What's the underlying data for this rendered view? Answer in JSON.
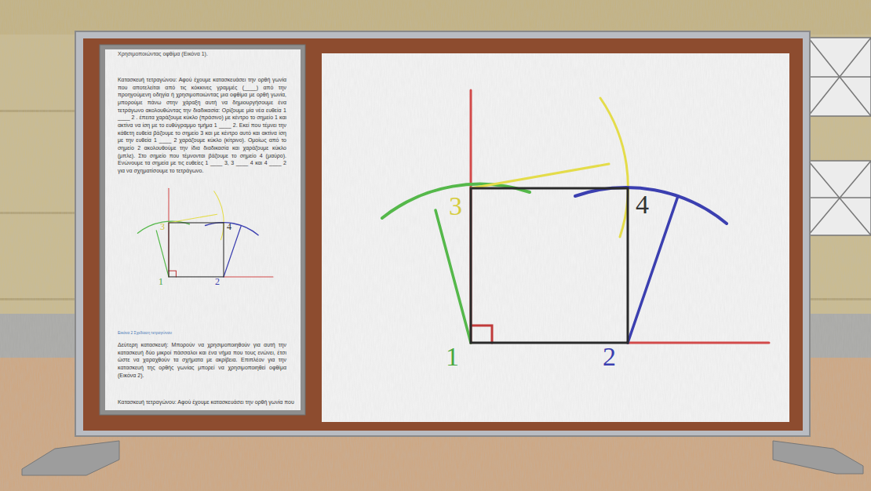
{
  "diagram": {
    "labels": [
      "Χρησιμοποιώντας οφθίμα (Εικόνα 1).",
      "Κατασκευή τετραγώνου: Αφού έχουμε κατασκευάσει την ορθή γωνία που αποτελείται από τις κόκκινες γραμμές (____) από την προηγούμενη οδηγία ή χρησιμοποιώντας μια οφθίμα με ορθή γωνία, μπορούμε πάνω στην χάραξη αυτή να δημιουργήσουμε ένα τετράγωνο ακολουθώντας την διαδικασία: Ορίζουμε μία νέα ευθεία 1 ____ 2 . έπειτα χαράζουμε κύκλο (πράσινο) με κέντρο το σημείο 1 και ακτίνα να ίση με το ευθύγραμμο τμήμα 1 ____ 2. Εκεί που τέμνει την κάθετη ευθεία βάζουμε το σημείο 3 και με κέντρο αυτό και ακτίνα ίση με την ευθεία 1 ____ 2 χαράζουμε κύκλο (κίτρινο). Ομοίως από το σημείο 2 ακολουθούμε την ίδια διαδικασία και χαράζουμε κύκλο (μπλε). Στο σημείο που τέμνονται βάζουμε το σημείο 4 (μαύρο). Ενώνουμε τα σημεία με τις ευθείες 1 ____ 3, 3 ____ 4 και 4 ____ 2 για να σχηματίσουμε το τετράγωνο.",
      "3",
      "4",
      "1",
      "2",
      "Εικόνα 2 Σχεδίαση τετραγώνου",
      "Δεύτερη κατασκευή: Μπορούν να χρησιμοποιηθούν για αυτή την κατασκευή δύο μικροί πάσσαλοι και ένα νήμα που τους ενώνει, έτσι ώστε να χαραχθούν τα σχήματα με ακρίβεια. Επιπλέον για την κατασκευή της ορθής γωνίας μπορεί να χρησιμοποιηθεί οφθίμα (Εικόνα 2).",
      "Κατασκευή τετραγώνου: Αφού έχουμε κατασκευάσει την ορθή γωνία που",
      "3",
      "4",
      "1",
      "2"
    ]
  }
}
